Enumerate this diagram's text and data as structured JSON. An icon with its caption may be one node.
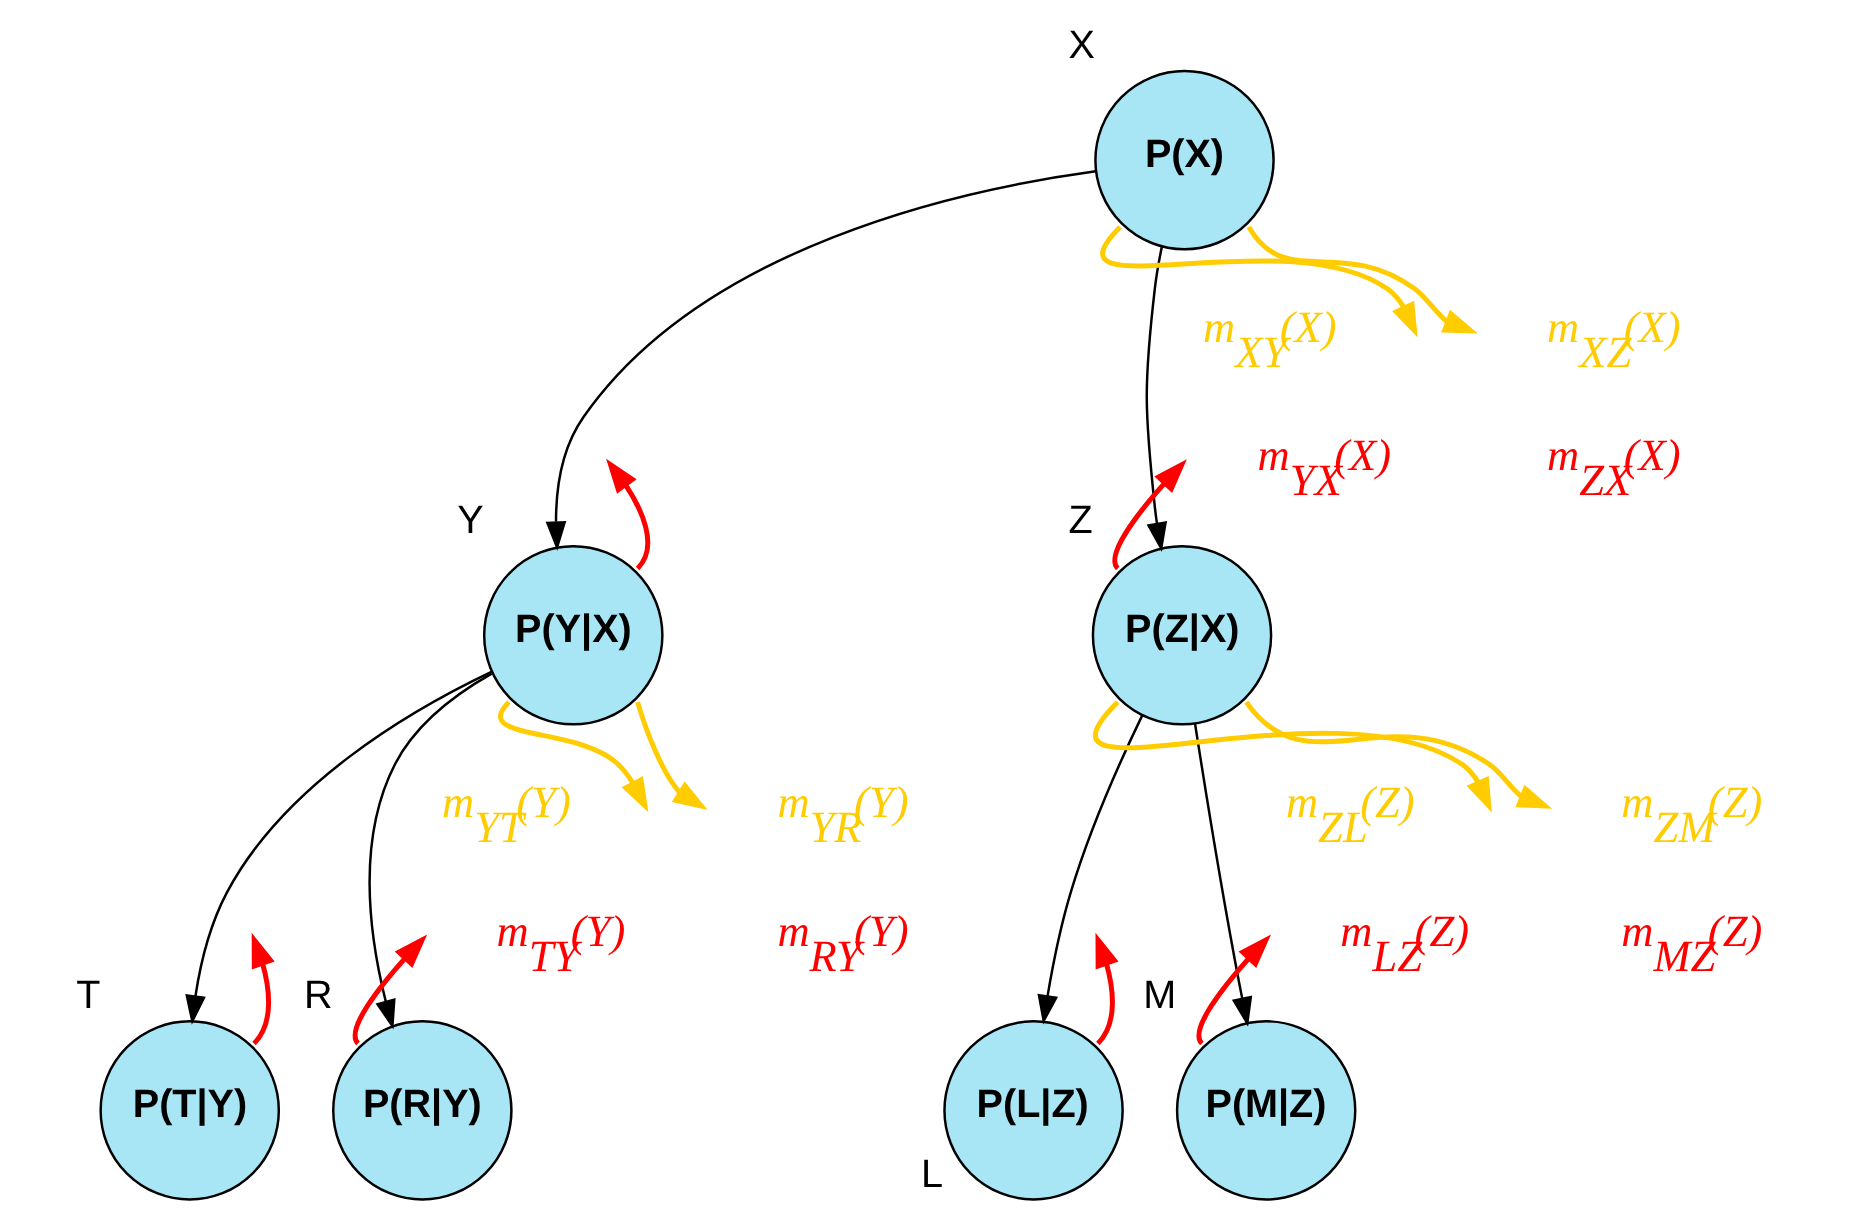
{
  "diagram": {
    "nodes": [
      {
        "text": [
          "P(X)"
        ],
        "beside": [
          "X"
        ]
      },
      {
        "text": [
          "P(Y|X)"
        ],
        "beside": [
          "Y"
        ]
      },
      {
        "text": [
          "P(Z|X)"
        ],
        "beside": [
          "Z"
        ]
      },
      {
        "text": [
          "P(T|Y)"
        ],
        "beside": [
          "T"
        ]
      },
      {
        "text": [
          "P(R|Y)"
        ],
        "beside": [
          "R"
        ]
      },
      {
        "text": [
          "P(L|Z)"
        ],
        "beside": [
          "L"
        ]
      },
      {
        "text": [
          "P(M|Z)"
        ],
        "beside": [
          "M"
        ]
      }
    ],
    "edges": [
      {
        "from": 0,
        "to": 1,
        "arrow": "to"
      },
      {
        "from": 0,
        "to": 2,
        "arrow": "to"
      },
      {
        "from": 1,
        "to": 3,
        "arrow": "to"
      },
      {
        "from": 1,
        "to": 4,
        "arrow": "to"
      },
      {
        "from": 2,
        "to": 5,
        "arrow": "to"
      },
      {
        "from": 2,
        "to": 6,
        "arrow": "to"
      },
      {
        "from": 0,
        "to": null,
        "arrow": "to",
        "color": "#ffcc00"
      },
      {
        "from": 0,
        "to": null,
        "arrow": "to",
        "color": "#ffcc00"
      },
      {
        "from": 1,
        "to": null,
        "arrow": "to",
        "color": "#ffcc00"
      },
      {
        "from": 1,
        "to": null,
        "arrow": "to",
        "color": "#ffcc00"
      },
      {
        "from": 2,
        "to": null,
        "arrow": "to",
        "color": "#ffcc00"
      },
      {
        "from": 2,
        "to": null,
        "arrow": "to",
        "color": "#ffcc00"
      },
      {
        "from": 1,
        "to": null,
        "arrow": "to",
        "color": "#ff0000"
      },
      {
        "from": 2,
        "to": null,
        "arrow": "to",
        "color": "#ff0000"
      },
      {
        "from": 3,
        "to": null,
        "arrow": "to",
        "color": "#ff0000"
      },
      {
        "from": 4,
        "to": null,
        "arrow": "to",
        "color": "#ff0000"
      },
      {
        "from": 5,
        "to": null,
        "arrow": "to",
        "color": "#ff0000"
      },
      {
        "from": 6,
        "to": null,
        "arrow": "to",
        "color": "#ff0000"
      }
    ],
    "labels": [
      "m$_{XY}$(X)",
      "m$_{XZ}$(X)",
      "m$_{YX}$(X)",
      "m$_{ZX}$(X)",
      "m$_{YT}$(Y)",
      "m$_{YR}$(Y)",
      "m$_{ZL}$(Z)",
      "m$_{ZM}$(Z)",
      "m$_{TY}$(Y)",
      "m$_{RY}$(Y)",
      "m$_{LZ}$(Z)",
      "m$_{MZ}$(Z)"
    ]
  }
}
